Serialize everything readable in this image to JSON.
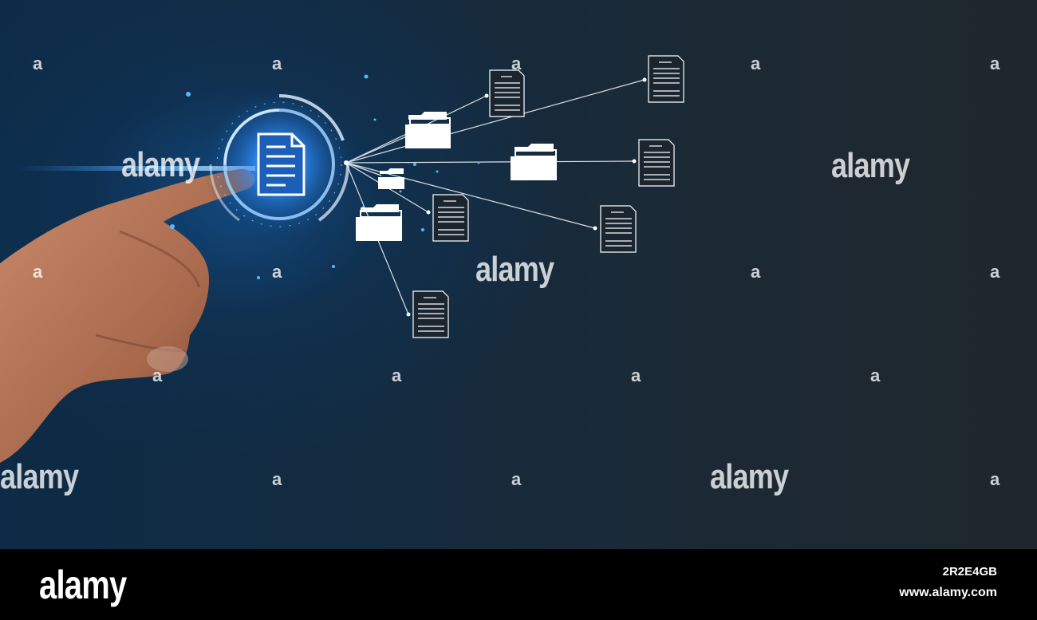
{
  "watermark": {
    "word": "alamy",
    "letter": "a"
  },
  "footer": {
    "logo_text": "alamy",
    "image_id": "2R2E4GB",
    "site_url": "www.alamy.com"
  },
  "scene": {
    "icons": [
      "document-icon",
      "folder-icon"
    ],
    "accent_color": "#2f8fff",
    "line_color": "#ffffff"
  }
}
